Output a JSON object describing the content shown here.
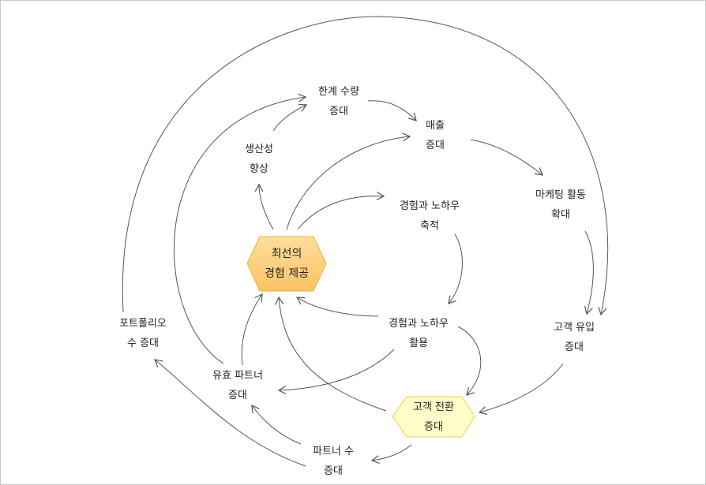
{
  "nodes": {
    "limit_qty": [
      "한계 수량",
      "증대"
    ],
    "sales": [
      "매출",
      "증대"
    ],
    "productivity": [
      "생산성",
      "향상"
    ],
    "know_accum": [
      "경험과 노하우",
      "축적"
    ],
    "marketing": [
      "마케팅 활동",
      "확대"
    ],
    "best_exp": [
      "최선의",
      "경험 제공"
    ],
    "portfolio": [
      "포트폴리오",
      "수 증대"
    ],
    "know_use": [
      "경험과 노하우",
      "활용"
    ],
    "cust_inflow": [
      "고객 유입",
      "증대"
    ],
    "eff_partner": [
      "유효 파트너",
      "증대"
    ],
    "cust_conv": [
      "고객 전환",
      "증대"
    ],
    "partner_cnt": [
      "파트너 수",
      "증대"
    ]
  },
  "colors": {
    "core_fill": "#fdd17f",
    "core_stroke": "#f0b030",
    "conv_fill": "#fffdc8",
    "conv_stroke": "#f2cf3a",
    "arrow": "#555555"
  }
}
